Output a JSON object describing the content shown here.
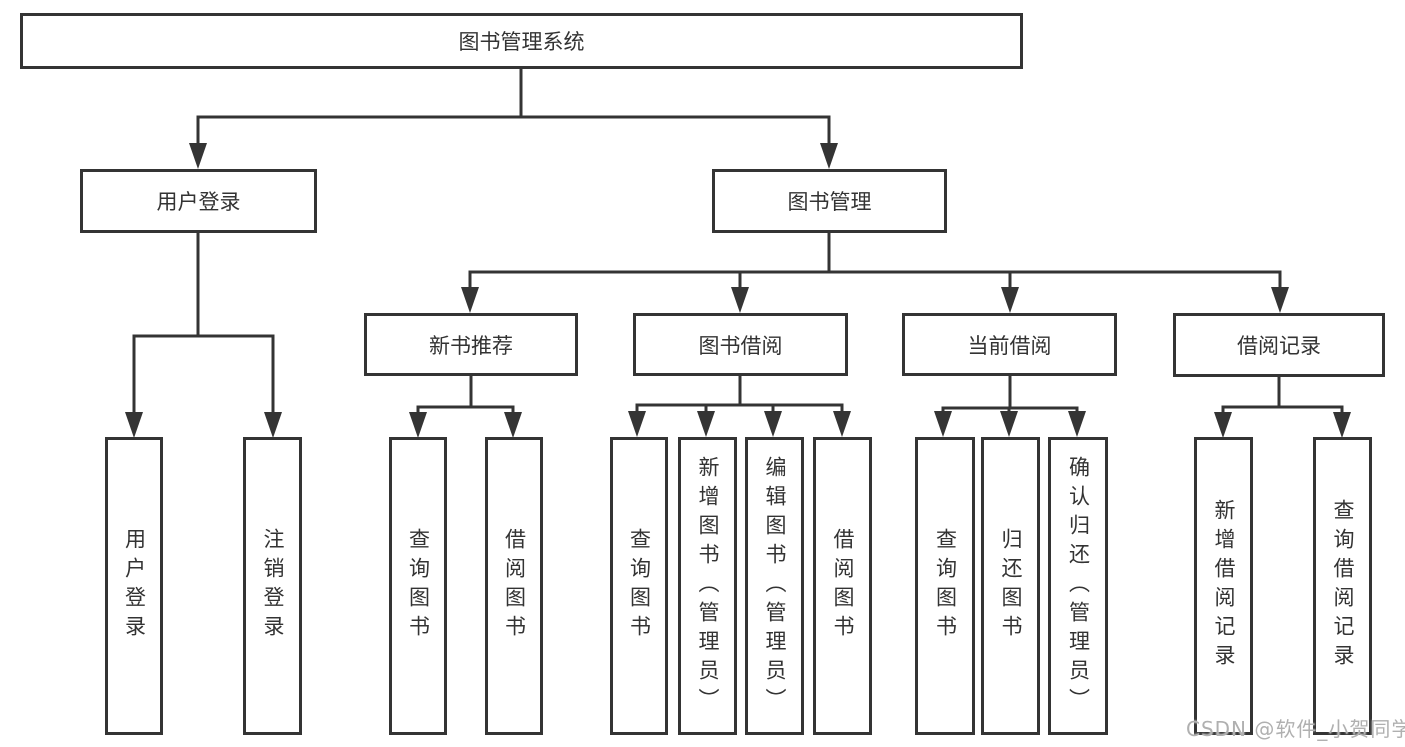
{
  "diagram": {
    "title_note": "library management system functional structure chart",
    "root": {
      "label": "图书管理系统"
    },
    "branches": [
      {
        "label": "用户登录",
        "children": [
          {
            "label": "用户登录"
          },
          {
            "label": "注销登录"
          }
        ]
      },
      {
        "label": "图书管理",
        "children": [
          {
            "label": "新书推荐",
            "children": [
              {
                "label": "查询图书"
              },
              {
                "label": "借阅图书"
              }
            ]
          },
          {
            "label": "图书借阅",
            "children": [
              {
                "label": "查询图书"
              },
              {
                "label": "新增图书（管理员）"
              },
              {
                "label": "编辑图书（管理员）"
              },
              {
                "label": "借阅图书"
              }
            ]
          },
          {
            "label": "当前借阅",
            "children": [
              {
                "label": "查询图书"
              },
              {
                "label": "归还图书"
              },
              {
                "label": "确认归还（管理员）"
              }
            ]
          },
          {
            "label": "借阅记录",
            "children": [
              {
                "label": "新增借阅记录"
              },
              {
                "label": "查询借阅记录"
              }
            ]
          }
        ]
      }
    ]
  },
  "watermark": {
    "text": "CSDN @软件_小贺同学"
  },
  "colors": {
    "line": "#343434",
    "text": "#333333",
    "background": "#ffffff",
    "watermark": "#b0b0b0"
  }
}
